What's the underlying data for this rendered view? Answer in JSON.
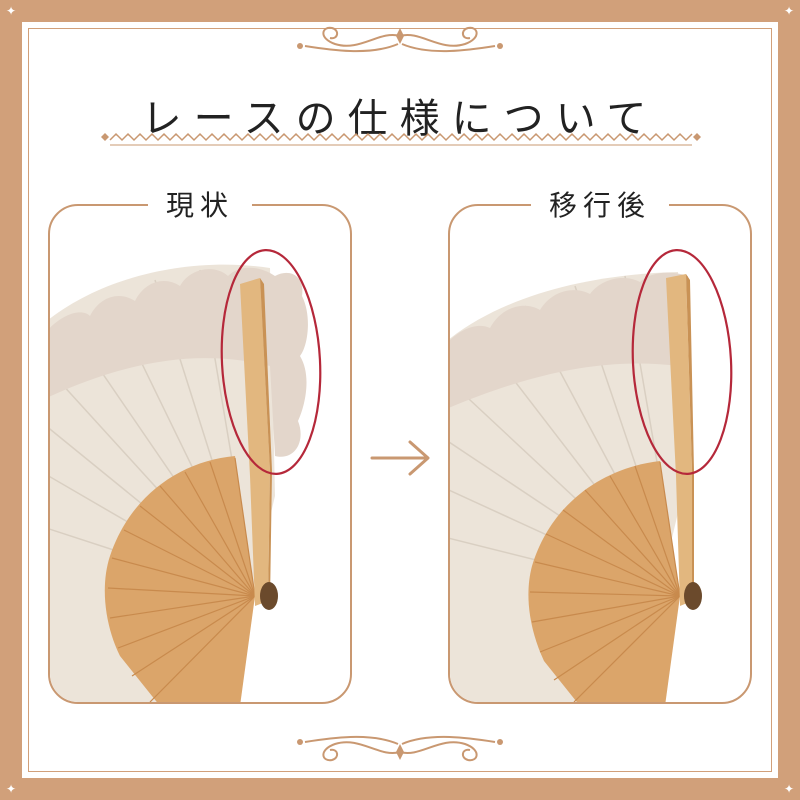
{
  "title": "レースの仕様について",
  "panels": {
    "left": {
      "label": "現状",
      "image": "fan-with-wide-lace-edge"
    },
    "right": {
      "label": "移行後",
      "image": "fan-with-trimmed-lace-edge"
    }
  },
  "icons": {
    "transition": "arrow-right-icon",
    "highlight": "highlight-ellipse",
    "ornament": "scroll-ornament"
  },
  "colors": {
    "frame": "#d1a07a",
    "panel_border": "#c99871",
    "highlight": "#b5283a",
    "arrow": "#c99871",
    "fan_paper": "#ece4d9",
    "fan_wood": "#d9a466"
  }
}
